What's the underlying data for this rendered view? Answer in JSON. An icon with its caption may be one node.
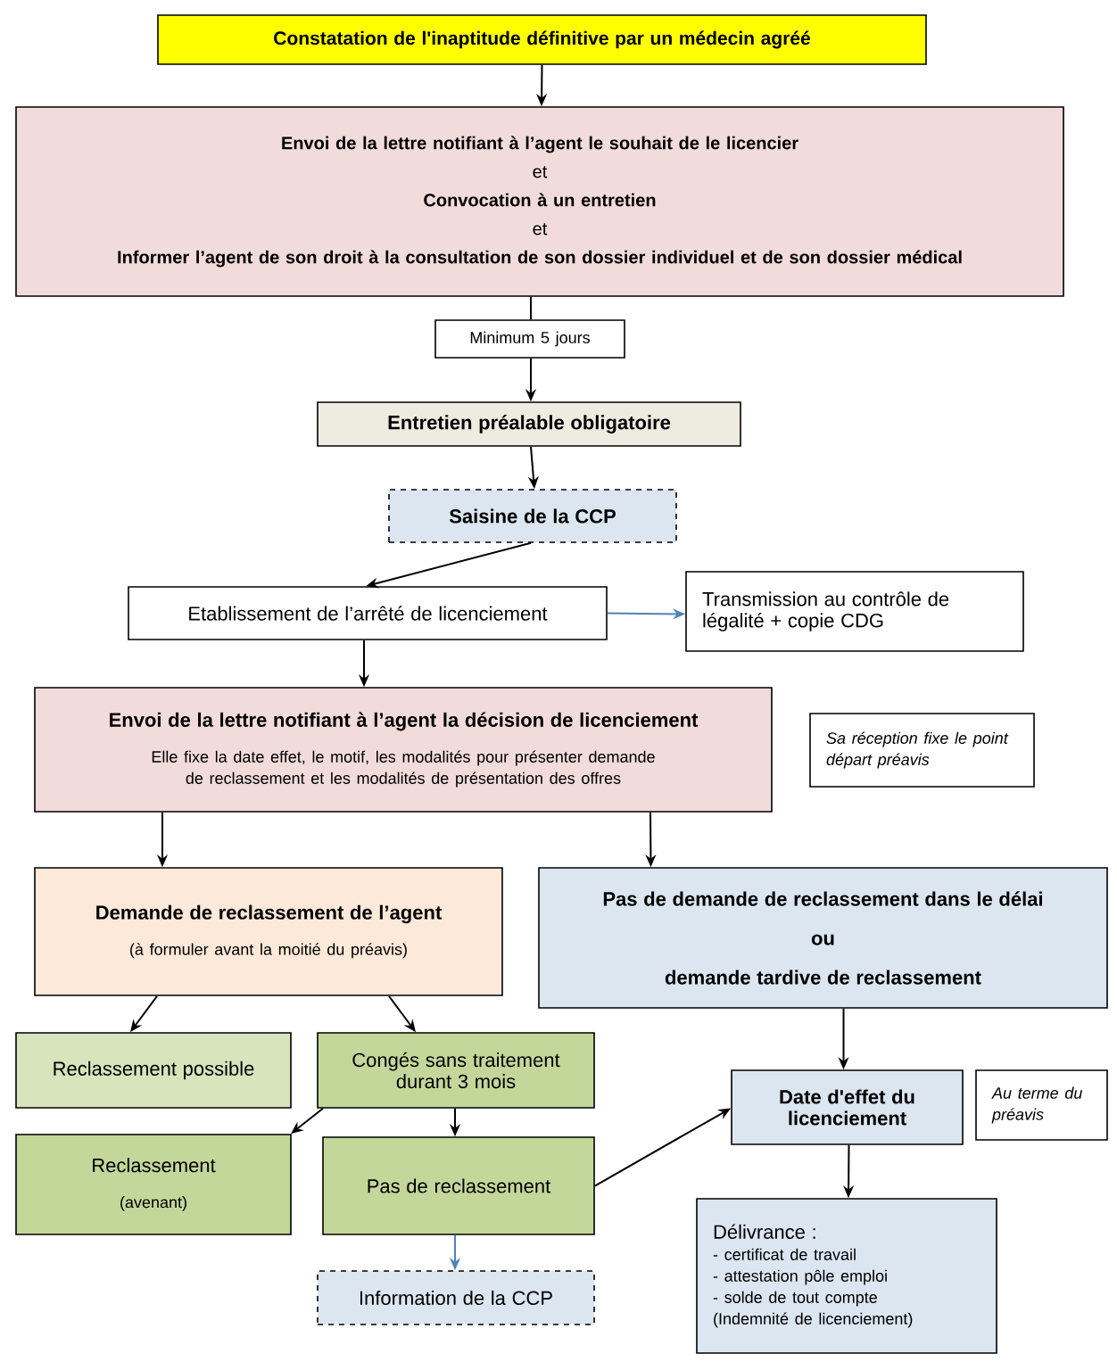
{
  "diagram": {
    "nodes": [
      {
        "text": [
          "Constatation de l'inaptitude définitive par un médecin agréé"
        ]
      },
      {
        "text": [
          "Envoi de la lettre notifiant à l’agent le souhait de le licencier",
          "et",
          "Convocation à un entretien",
          "et",
          "Informer l’agent de son droit à la consultation de son dossier individuel et de son dossier médical"
        ]
      },
      {
        "text": [
          "Minimum 5 jours"
        ]
      },
      {
        "text": [
          "Entretien préalable obligatoire"
        ]
      },
      {
        "text": [
          "Saisine de la CCP"
        ]
      },
      {
        "text": [
          "Etablissement de l’arrêté de licenciement"
        ]
      },
      {
        "text": [
          "Transmission au contrôle de légalité + copie CDG"
        ]
      },
      {
        "text": [
          "Envoi de la lettre notifiant à l’agent la décision de licenciement",
          "Elle fixe la date effet, le motif, les modalités pour présenter demande de reclassement et les modalités de présentation des offres"
        ]
      },
      {
        "text": [
          "Sa réception fixe le point départ préavis"
        ]
      },
      {
        "text": [
          "Demande de reclassement de l’agent",
          "(à formuler avant la moitié du préavis)"
        ]
      },
      {
        "text": [
          "Pas de demande de reclassement dans le délai",
          "ou",
          "demande tardive de reclassement"
        ]
      },
      {
        "text": [
          "Reclassement possible"
        ]
      },
      {
        "text": [
          "Congés sans traitement durant 3 mois"
        ]
      },
      {
        "text": [
          "Reclassement",
          "(avenant)"
        ]
      },
      {
        "text": [
          "Pas de reclassement"
        ]
      },
      {
        "text": [
          "Information de la CCP"
        ]
      },
      {
        "text": [
          "Date d'effet du licenciement"
        ]
      },
      {
        "text": [
          "Au terme du préavis"
        ]
      },
      {
        "text": [
          "Délivrance :",
          "- certificat de travail",
          "- attestation pôle emploi",
          "- solde de tout compte",
          "(Indemnité de licenciement)"
        ]
      }
    ],
    "edges": [
      {
        "from": 0,
        "to": 1,
        "arrow": "to"
      },
      {
        "from": 1,
        "to": 2,
        "arrow": "none"
      },
      {
        "from": 2,
        "to": 3,
        "arrow": "to"
      },
      {
        "from": 3,
        "to": 4,
        "arrow": "to"
      },
      {
        "from": 4,
        "to": 5,
        "arrow": "to"
      },
      {
        "from": 5,
        "to": 6,
        "arrow": "to",
        "color": "#4f81bd"
      },
      {
        "from": 5,
        "to": 7,
        "arrow": "to"
      },
      {
        "from": 7,
        "to": 9,
        "arrow": "to"
      },
      {
        "from": 7,
        "to": 10,
        "arrow": "to"
      },
      {
        "from": 9,
        "to": 11,
        "arrow": "to"
      },
      {
        "from": 9,
        "to": 12,
        "arrow": "to"
      },
      {
        "from": 12,
        "to": 13,
        "arrow": "to"
      },
      {
        "from": 12,
        "to": 14,
        "arrow": "to"
      },
      {
        "from": 14,
        "to": 15,
        "arrow": "to",
        "color": "#4f81bd"
      },
      {
        "from": 14,
        "to": 16,
        "arrow": "to"
      },
      {
        "from": 10,
        "to": 16,
        "arrow": "to"
      },
      {
        "from": 16,
        "to": 18,
        "arrow": "to"
      }
    ]
  }
}
